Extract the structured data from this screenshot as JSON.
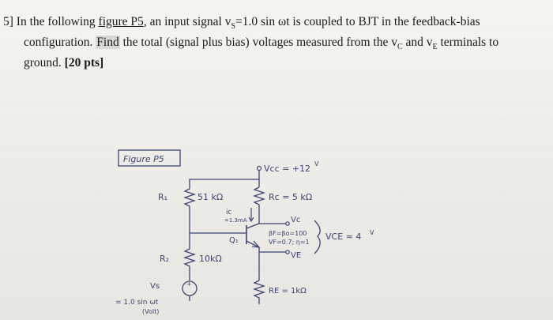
{
  "problem": {
    "number": "5]",
    "line1_a": "In the following ",
    "figure_ref": "figure P5",
    "line1_b": ", an input signal v",
    "vs_sub": "S",
    "line1_c": "=1.0 sin ωt is coupled to BJT in the feedback-bias",
    "line2_a": "configuration. ",
    "find_word": "Find",
    "line2_b": " the total (signal plus bias) voltages measured from the v",
    "vc_sub": "C",
    "line2_c": " and v",
    "ve_sub": "E",
    "line2_d": " terminals to",
    "line3_a": "ground. ",
    "points": "[20 pts]"
  },
  "figure": {
    "title": "Figure P5",
    "vcc": "Vcc = +12",
    "vcc_unit": "V",
    "r1": "R₁",
    "r1_value": "51 kΩ",
    "rc": "Rc = 5 kΩ",
    "ic": "ic",
    "ic_value": "=1.3mA",
    "vc": "Vc",
    "q1": "Q₁",
    "beta": "βF=βo=100",
    "vf": "VF=0.7; η=1",
    "ve": "VE",
    "vce": "VCE ≈ 4",
    "vce_unit": "V",
    "r2": "R₂",
    "r2_value": "10kΩ",
    "vs": "Vs",
    "vs_value": "= 1.0 sin ωt",
    "vs_unit": "(Volt)",
    "re": "RE = 1kΩ"
  }
}
